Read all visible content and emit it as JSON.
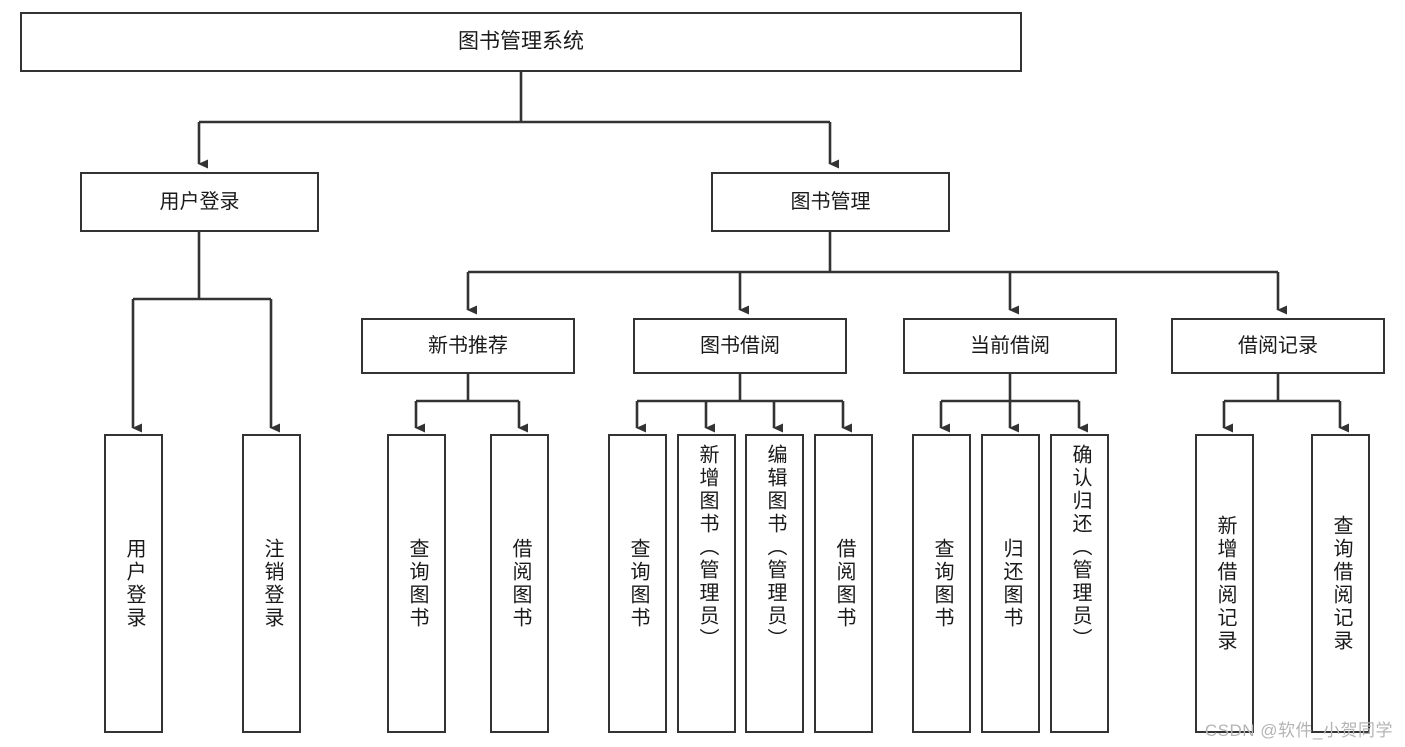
{
  "diagram": {
    "title": "图书管理系统",
    "watermark": "CSDN @软件_小贺同学",
    "colors": {
      "background": "#ffffff",
      "node_border": "#333333",
      "node_fill": "#ffffff",
      "edge": "#333333",
      "text": "#1a1a1a",
      "watermark": "#b4b4b4"
    },
    "nodes": {
      "root": "图书管理系统",
      "user_login": "用户登录",
      "book_manage": "图书管理",
      "new_book_recommend": "新书推荐",
      "book_borrow": "图书借阅",
      "current_borrow": "当前借阅",
      "borrow_record": "借阅记录",
      "leaf_user_login": "用户登录",
      "leaf_logout": "注销登录",
      "leaf_query_book_1": "查询图书",
      "leaf_borrow_book_1": "借阅图书",
      "leaf_query_book_2": "查询图书",
      "leaf_add_book_admin": "新增图书（管理员）",
      "leaf_edit_book_admin": "编辑图书（管理员）",
      "leaf_borrow_book_2": "借阅图书",
      "leaf_query_book_3": "查询图书",
      "leaf_return_book": "归还图书",
      "leaf_confirm_return_admin": "确认归还（管理员）",
      "leaf_add_borrow_record": "新增借阅记录",
      "leaf_query_borrow_record": "查询借阅记录"
    }
  }
}
